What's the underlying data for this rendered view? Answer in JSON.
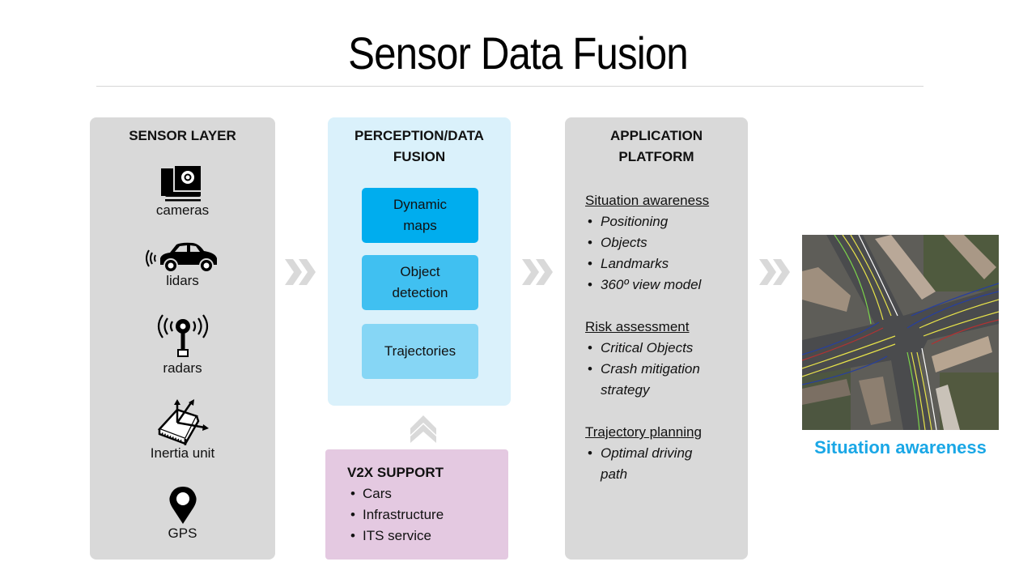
{
  "title": "Sensor Data Fusion",
  "sensor_layer": {
    "title": "SENSOR LAYER",
    "items": [
      {
        "label": "cameras",
        "icon": "camera-icon"
      },
      {
        "label": "lidars",
        "icon": "car-lidar-icon"
      },
      {
        "label": "radars",
        "icon": "radar-antenna-icon"
      },
      {
        "label": "Inertia unit",
        "icon": "inertia-unit-icon"
      },
      {
        "label": "GPS",
        "icon": "map-pin-icon"
      }
    ]
  },
  "perception": {
    "title_line1": "PERCEPTION/DATA",
    "title_line2": "FUSION",
    "boxes": [
      {
        "line1": "Dynamic",
        "line2": "maps",
        "color": "#00adee"
      },
      {
        "line1": "Object",
        "line2": "detection",
        "color": "#40c0f1"
      },
      {
        "line1": "Trajectories",
        "line2": "",
        "color": "#86d6f5"
      }
    ]
  },
  "v2x": {
    "title": "V2X SUPPORT",
    "items": [
      "Cars",
      "Infrastructure",
      "ITS service"
    ]
  },
  "application": {
    "title_line1": "APPLICATION",
    "title_line2": "PLATFORM",
    "sections": [
      {
        "heading": "Situation awareness",
        "items": [
          "Positioning",
          "Objects",
          "Landmarks",
          "360º view model"
        ]
      },
      {
        "heading": "Risk assessment",
        "items": [
          "Critical Objects",
          "Crash mitigation strategy"
        ]
      },
      {
        "heading": "Trajectory planning",
        "items": [
          "Optimal driving path"
        ]
      }
    ]
  },
  "result": {
    "caption": "Situation awareness",
    "image": "aerial-intersection-trajectories",
    "caption_color": "#1aa7e6"
  },
  "colors": {
    "panel_gray": "#d9d9d9",
    "perception_bg": "#daf1fb",
    "v2x_bg": "#e4c9e1",
    "chevron": "#d9d9d9"
  }
}
